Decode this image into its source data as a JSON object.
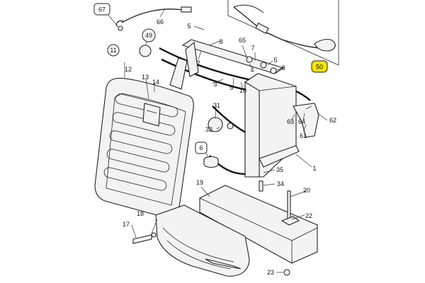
{
  "callouts": [
    {
      "id": "c1",
      "label": "1",
      "boxed": false,
      "highlight": false
    },
    {
      "id": "c2",
      "label": "2",
      "boxed": false,
      "highlight": false
    },
    {
      "id": "c3",
      "label": "3",
      "boxed": false,
      "highlight": false
    },
    {
      "id": "c4",
      "label": "4",
      "boxed": false,
      "highlight": false
    },
    {
      "id": "c5a",
      "label": "5",
      "boxed": false,
      "highlight": false
    },
    {
      "id": "c5b",
      "label": "5",
      "boxed": false,
      "highlight": false
    },
    {
      "id": "c6",
      "label": "6",
      "boxed": true,
      "highlight": false
    },
    {
      "id": "c7",
      "label": "7",
      "boxed": false,
      "highlight": false
    },
    {
      "id": "c8a",
      "label": "8",
      "boxed": false,
      "highlight": false
    },
    {
      "id": "c8b",
      "label": "8",
      "boxed": false,
      "highlight": false
    },
    {
      "id": "c9",
      "label": "9",
      "boxed": false,
      "highlight": false
    },
    {
      "id": "c10",
      "label": "10",
      "boxed": false,
      "highlight": false
    },
    {
      "id": "c11",
      "label": "11",
      "boxed": true,
      "highlight": false
    },
    {
      "id": "c12",
      "label": "12",
      "boxed": false,
      "highlight": false
    },
    {
      "id": "c13",
      "label": "13",
      "boxed": false,
      "highlight": false
    },
    {
      "id": "c14",
      "label": "14",
      "boxed": false,
      "highlight": false
    },
    {
      "id": "c17",
      "label": "17",
      "boxed": false,
      "highlight": false
    },
    {
      "id": "c18",
      "label": "18",
      "boxed": false,
      "highlight": false
    },
    {
      "id": "c19",
      "label": "19",
      "boxed": false,
      "highlight": false
    },
    {
      "id": "c20",
      "label": "20",
      "boxed": false,
      "highlight": false
    },
    {
      "id": "c22",
      "label": "22",
      "boxed": false,
      "highlight": false
    },
    {
      "id": "c23",
      "label": "23",
      "boxed": false,
      "highlight": false
    },
    {
      "id": "c31",
      "label": "31",
      "boxed": false,
      "highlight": false
    },
    {
      "id": "c32",
      "label": "32",
      "boxed": false,
      "highlight": false
    },
    {
      "id": "c34",
      "label": "34",
      "boxed": false,
      "highlight": false
    },
    {
      "id": "c35",
      "label": "35",
      "boxed": false,
      "highlight": false
    },
    {
      "id": "c49",
      "label": "49",
      "boxed": true,
      "highlight": false
    },
    {
      "id": "c50",
      "label": "50",
      "boxed": true,
      "highlight": true
    },
    {
      "id": "c61",
      "label": "61",
      "boxed": false,
      "highlight": false
    },
    {
      "id": "c62",
      "label": "62",
      "boxed": false,
      "highlight": false
    },
    {
      "id": "c63",
      "label": "63",
      "boxed": false,
      "highlight": false
    },
    {
      "id": "c64",
      "label": "64",
      "boxed": false,
      "highlight": false
    },
    {
      "id": "c65",
      "label": "65",
      "boxed": false,
      "highlight": false
    },
    {
      "id": "c66",
      "label": "66",
      "boxed": false,
      "highlight": false
    },
    {
      "id": "c67",
      "label": "67",
      "boxed": true,
      "highlight": false
    }
  ],
  "colors": {
    "line": "#222222",
    "part_fill": "#f3f3f3",
    "highlight": "#f3e600",
    "background": "#ffffff"
  }
}
